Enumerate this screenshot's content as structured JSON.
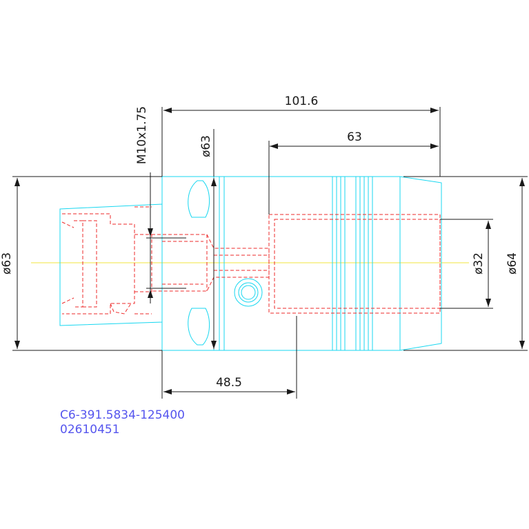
{
  "dimensions": {
    "overall_length": "101.6",
    "bore_depth": "63",
    "thread": "M10x1.75",
    "flange_diameter": "ø63",
    "shank_diameter": "ø63",
    "bore_diameter": "ø32",
    "body_diameter": "ø64",
    "gauge_length": "48.5"
  },
  "part": {
    "number": "C6-391.5834-125400",
    "id": "02610451"
  },
  "colors": {
    "outline": "#17d7f0",
    "hidden": "#ee2a2a",
    "dimension": "#1a1a1a",
    "centerline": "#f2e63c",
    "part_text": "#5555ee"
  }
}
